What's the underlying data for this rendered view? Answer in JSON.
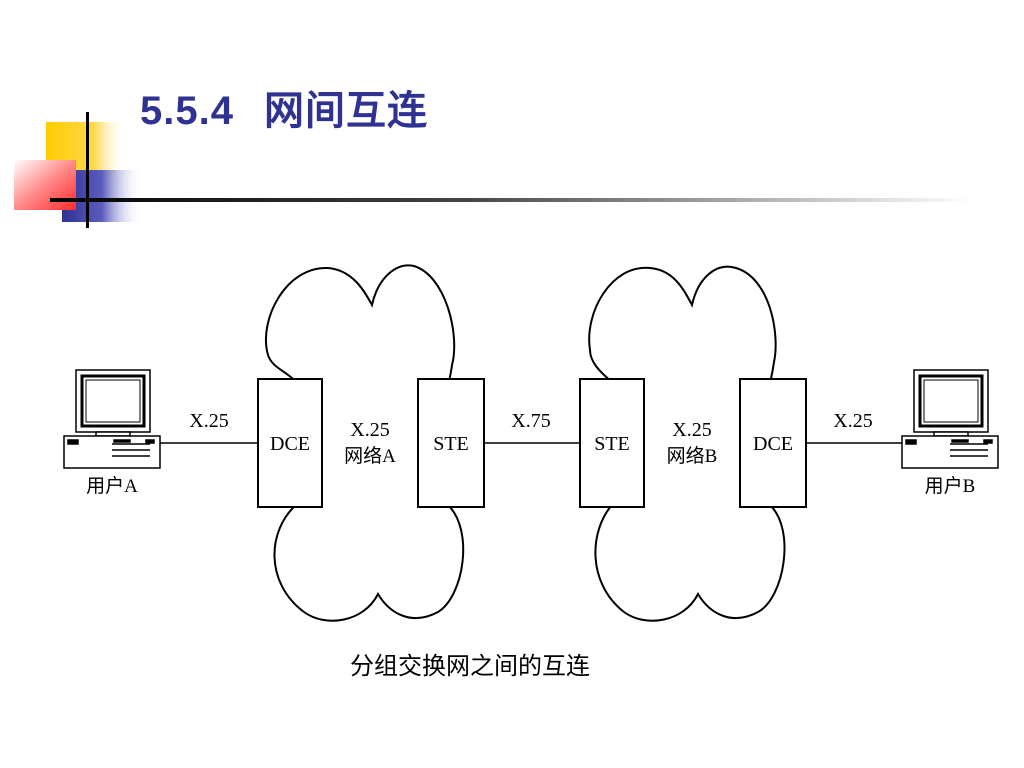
{
  "slide": {
    "number": "5.5.4",
    "title": "网间互连",
    "caption": "分组交换网之间的互连"
  },
  "diagram": {
    "user_a": "用户A",
    "user_b": "用户B",
    "link_left": "X.25",
    "link_middle": "X.75",
    "link_right": "X.25",
    "network_a": {
      "protocol": "X.25",
      "name": "网络A",
      "dce": "DCE",
      "ste": "STE"
    },
    "network_b": {
      "protocol": "X.25",
      "name": "网络B",
      "ste": "STE",
      "dce": "DCE"
    }
  },
  "colors": {
    "title": "#2f3292",
    "deco_yellow": "#ffcc00",
    "deco_red": "#ff3333",
    "deco_blue": "#2f3292"
  }
}
